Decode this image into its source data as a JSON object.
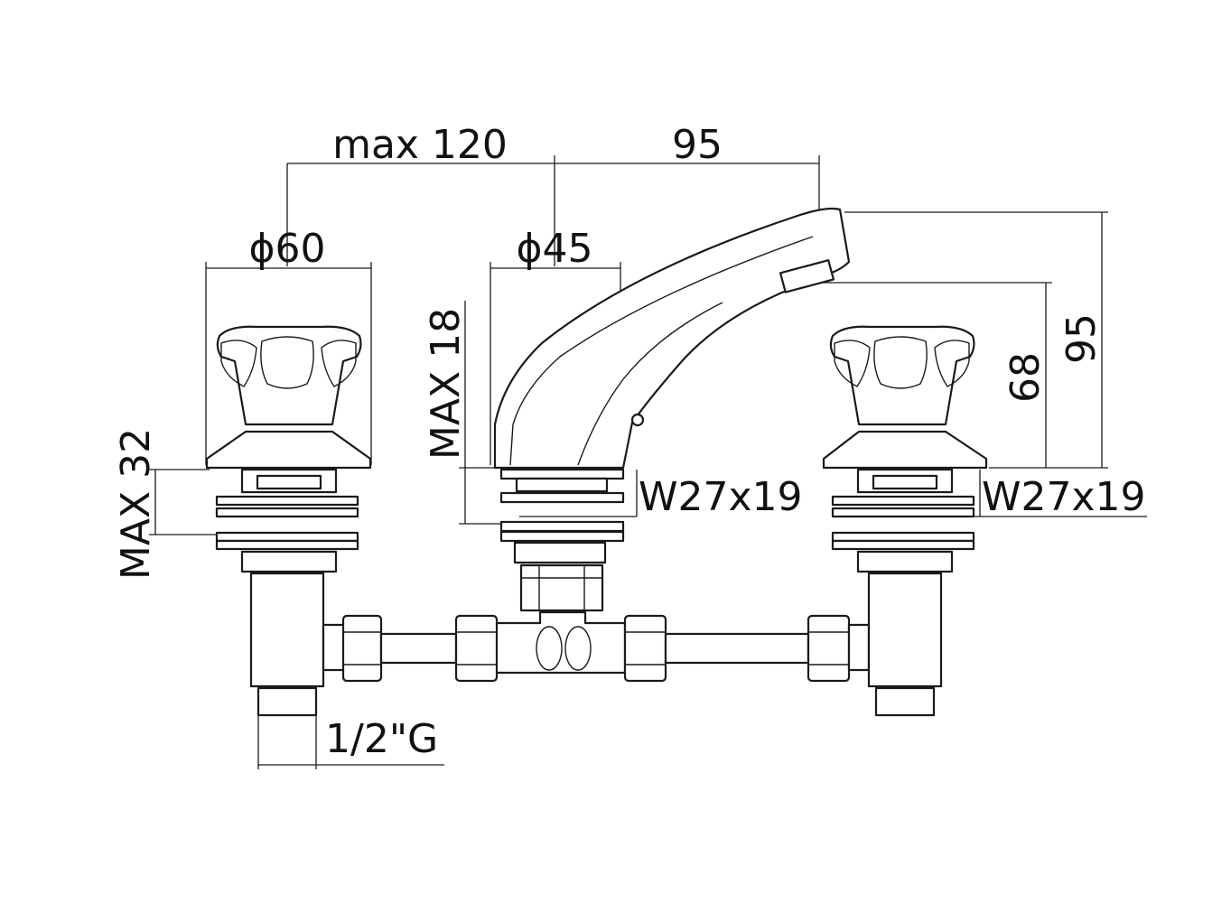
{
  "labels": {
    "max_120": "max 120",
    "spout_95": "95",
    "handle_diameter": "ϕ60",
    "spout_diameter": "ϕ45",
    "max_18": "MAX 18",
    "max_32": "MAX 32",
    "height_68": "68",
    "height_95": "95",
    "thread_center": "W27x19",
    "thread_right": "W27x19",
    "connection": "1/2\"G"
  },
  "colors": {
    "line": "#1a1a1a",
    "background": "#ffffff"
  }
}
